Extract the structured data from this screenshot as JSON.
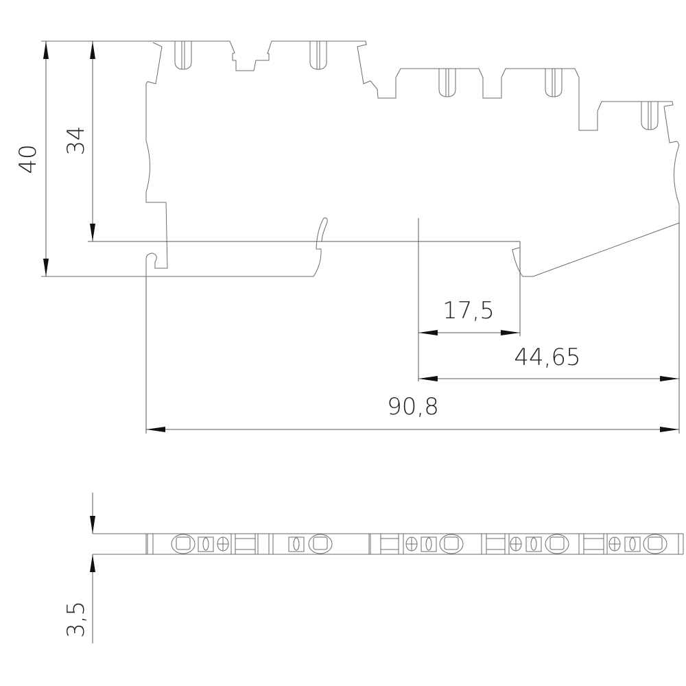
{
  "drawing": {
    "dimensions": {
      "height_total": "40",
      "height_rail": "34",
      "pitch_offset": "17,5",
      "offset_right": "44,65",
      "length_total": "90,8",
      "width": "3,5"
    },
    "colors": {
      "line": "#6a6a6a",
      "text": "#222222"
    }
  }
}
